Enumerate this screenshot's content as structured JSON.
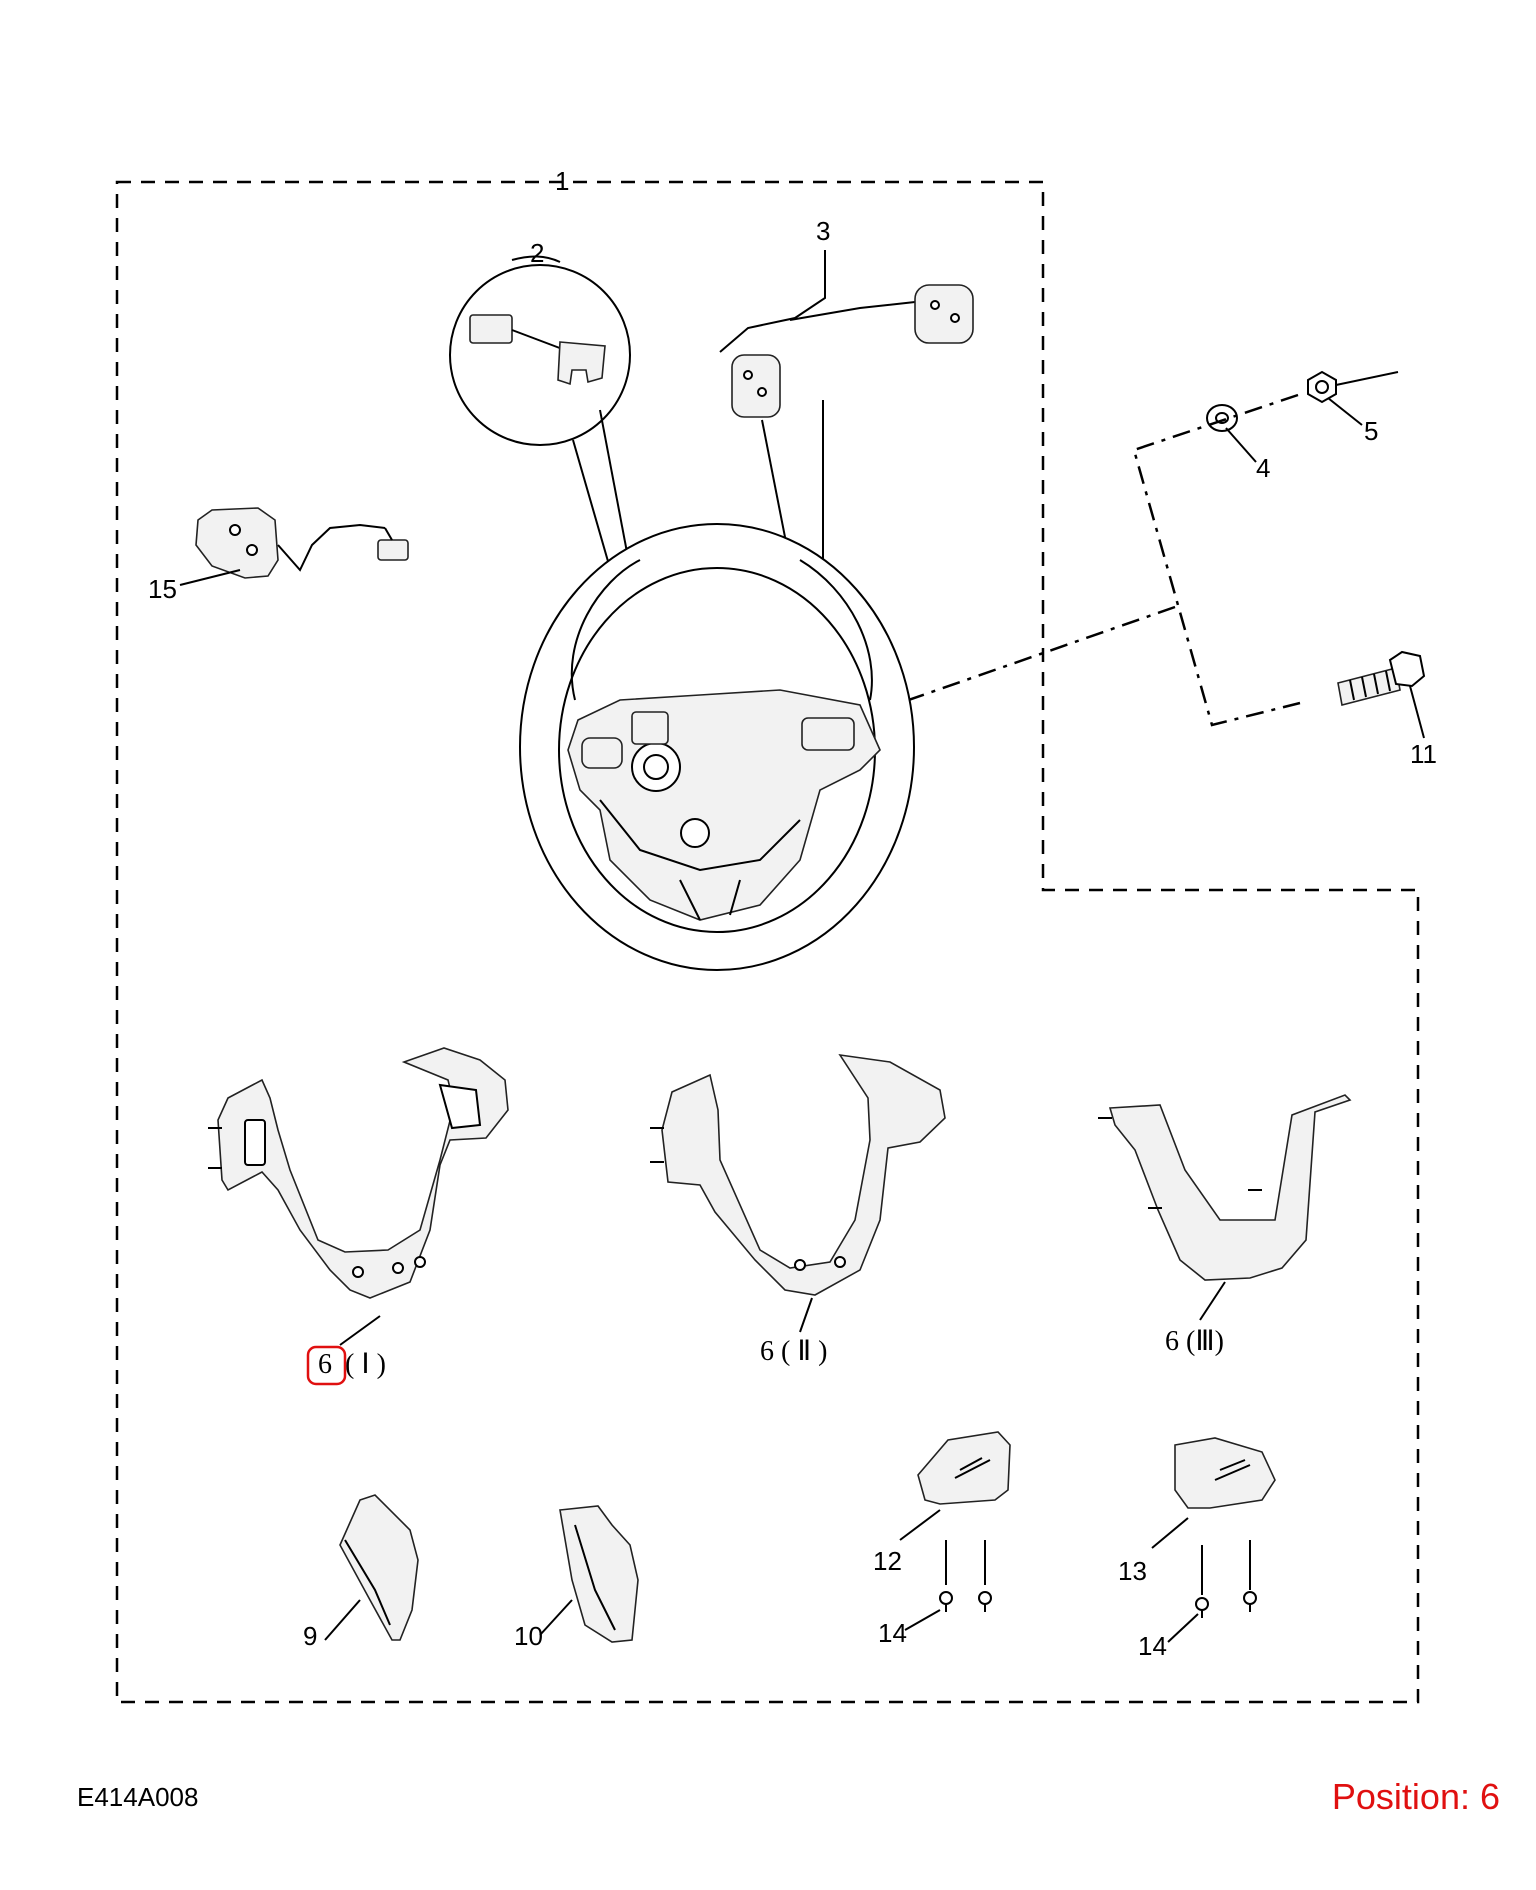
{
  "diagram": {
    "code": "E414A008",
    "position_text": "Position: 6",
    "highlight_color": "#e01010",
    "callouts": {
      "c1": "1",
      "c2": "2",
      "c3": "3",
      "c4": "4",
      "c5": "5",
      "c6a_num": "6",
      "c6a_suffix": "( Ⅰ )",
      "c6b": "6 ( Ⅱ )",
      "c6c": "6 (Ⅲ)",
      "c9": "9",
      "c10": "10",
      "c11": "11",
      "c12": "12",
      "c13": "13",
      "c14a": "14",
      "c14b": "14",
      "c15": "15"
    }
  }
}
